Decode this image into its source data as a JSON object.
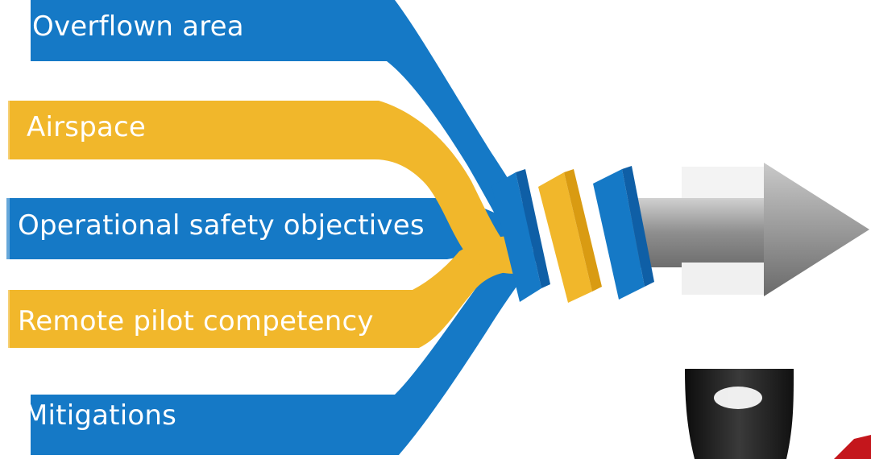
{
  "colors": {
    "blue": "#1579c6",
    "blue_dark": "#0f5fa6",
    "gold": "#f1b72b",
    "gold_dark": "#d99b12",
    "gray": "#8e8e8e",
    "gray_light": "#bdbdbd",
    "label_text": "#ffffff"
  },
  "diagram": {
    "bands": [
      {
        "label": "Overflown area",
        "color": "blue"
      },
      {
        "label": "Airspace",
        "color": "gold"
      },
      {
        "label": "Operational safety objectives",
        "color": "blue"
      },
      {
        "label": "Remote pilot competency",
        "color": "gold"
      },
      {
        "label": "Mitigations",
        "color": "blue"
      }
    ],
    "output_arrow": {
      "color": "gray",
      "icon": "arrow-right-icon"
    },
    "decoration": {
      "icon": "knob-icon"
    }
  }
}
